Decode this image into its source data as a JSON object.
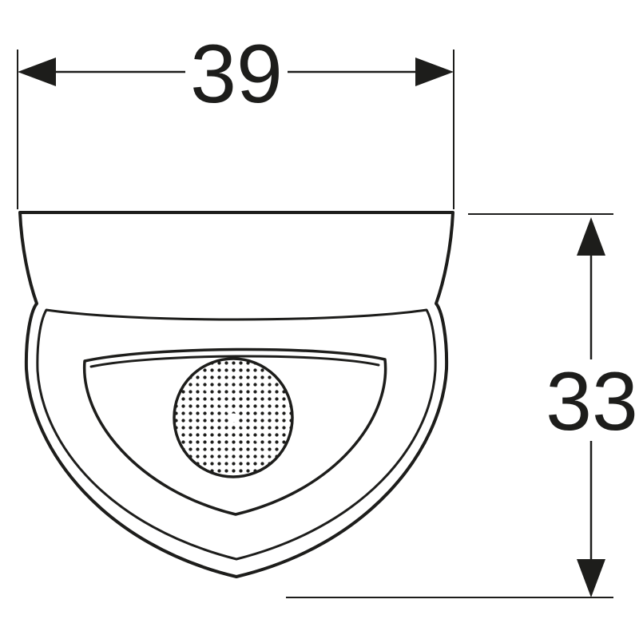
{
  "drawing": {
    "subject": "urinal-front-view-technical-drawing",
    "line_color": "#1d1d1b",
    "background_color": "#ffffff",
    "dimensions": {
      "width": {
        "label": "39",
        "orientation": "horizontal"
      },
      "height": {
        "label": "33",
        "orientation": "vertical"
      }
    }
  }
}
